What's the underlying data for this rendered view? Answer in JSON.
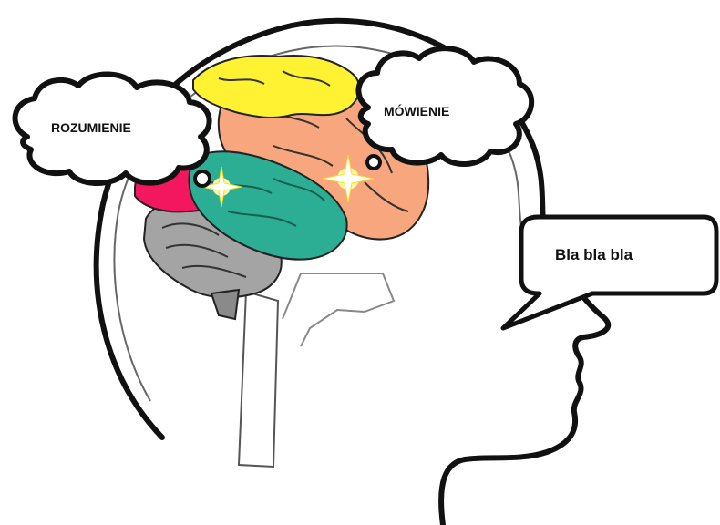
{
  "labels": {
    "left_cloud": "ROZUMIENIE",
    "right_cloud": "MÓWIENIE",
    "speech_bubble": "Bla bla bla"
  },
  "colors": {
    "frontal_lobe": "#F7A67D",
    "parietal_lobe": "#FFF233",
    "temporal_lobe": "#2BAE93",
    "occipital_lobe": "#F2175F",
    "cerebellum": "#A5A4A4",
    "spark": "#FFF7A0",
    "outline": "#111111"
  }
}
